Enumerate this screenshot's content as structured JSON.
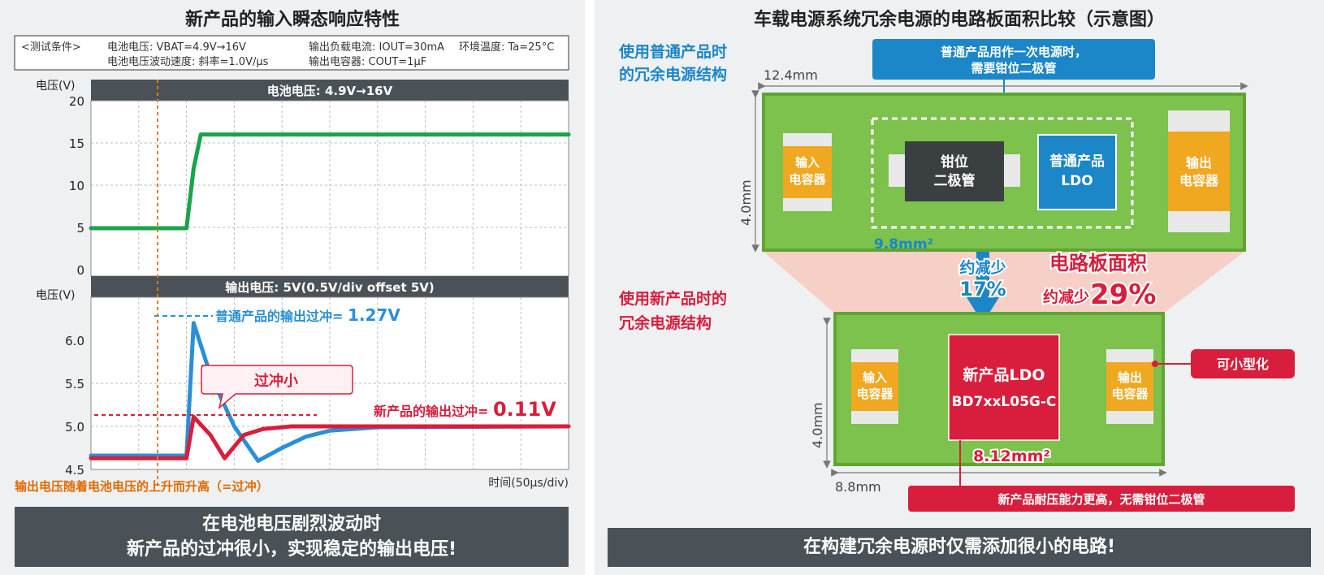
{
  "left": {
    "title": "新产品的输入瞬态响应特性",
    "conditions": {
      "label": "<测试条件>",
      "c1": "电池电压: VBAT=4.9V→16V",
      "c2": "电池电压波动速度: 斜率=1.0V/μs",
      "c3": "输出负载电流: IOUT=30mA",
      "c4": "输出电容器: COUT=1μF",
      "c5": "环境温度: Ta=25°C"
    },
    "bottom_note": "输出电压随着电池电压的上升而升高（=过冲）",
    "banner_line1": "在电池电压剧烈波动时",
    "banner_line2": "新产品的过冲很小，实现稳定的输出电压!"
  },
  "chart_data": [
    {
      "type": "line",
      "title": "电池电压: 4.9V→16V",
      "ylabel": "电压(V)",
      "ylim": [
        0,
        20
      ],
      "yticks": [
        "20",
        "15",
        "10",
        "5",
        "0"
      ],
      "grid": true,
      "series": [
        {
          "color": "#1aa34a",
          "x": [
            0,
            0.2,
            0.215,
            0.23,
            1.0
          ],
          "y": [
            4.9,
            4.9,
            12,
            16,
            16
          ]
        }
      ]
    },
    {
      "type": "line",
      "title": "输出电压: 5V(0.5V/div offset 5V)",
      "xlabel": "时间(50μs/div)",
      "ylabel": "电压(V)",
      "ylim": [
        4.5,
        6.5
      ],
      "yticks": [
        "6.0",
        "5.5",
        "5.0",
        "4.5"
      ],
      "grid": true,
      "series": [
        {
          "color": "#2b8fd6",
          "x": [
            0,
            0.2,
            0.215,
            0.25,
            0.3,
            0.35,
            0.4,
            0.45,
            0.5,
            0.6,
            1.0
          ],
          "y": [
            4.66,
            4.66,
            6.2,
            5.6,
            5.0,
            4.6,
            4.75,
            4.88,
            4.95,
            4.99,
            5.0
          ]
        },
        {
          "color": "#d81e3c",
          "x": [
            0,
            0.2,
            0.215,
            0.25,
            0.28,
            0.32,
            0.36,
            0.42,
            0.5,
            1.0
          ],
          "y": [
            4.63,
            4.63,
            5.11,
            4.9,
            4.63,
            4.9,
            4.97,
            5.0,
            5.0,
            5.0
          ]
        }
      ],
      "annotations": {
        "normal_label": "普通产品的输出过冲= ",
        "normal_value": "1.27V",
        "new_label": "新产品的输出过冲= ",
        "new_value": "0.11V",
        "callout": "过冲小"
      }
    }
  ],
  "right": {
    "title": "车载电源系统冗余电源的电路板面积比较（示意图）",
    "top_heading_line1": "使用普通产品时",
    "top_heading_line2": "的冗余电源结构",
    "top_width": "12.4mm",
    "top_height": "4.0mm",
    "top_callout_line1": "普通产品用作一次电源时，",
    "top_callout_line2": "需要钳位二极管",
    "cap_in_line1": "输入",
    "cap_in_line2": "电容器",
    "cap_out_line1": "输出",
    "cap_out_line2": "电容器",
    "diode_line1": "钳位",
    "diode_line2": "二极管",
    "ldo_line1": "普通产品",
    "ldo_line2": "LDO",
    "area_old": "9.8mm²",
    "reduce_label": "约减少",
    "reduce_value": "17%",
    "pcb_label": "电路板面积",
    "pcb_reduce_label": "约减少",
    "pcb_reduce_value": "29%",
    "bottom_heading_line1": "使用新产品时的",
    "bottom_heading_line2": "冗余电源结构",
    "new_ldo_line1": "新产品LDO",
    "new_ldo_line2": "BD7xxL05G-C",
    "area_new": "8.12mm²",
    "bottom_width": "8.8mm",
    "bottom_height": "4.0mm",
    "small_label": "可小型化",
    "bottom_callout": "新产品耐压能力更高，无需钳位二极管",
    "banner": "在构建冗余电源时仅需添加很小的电路!"
  }
}
